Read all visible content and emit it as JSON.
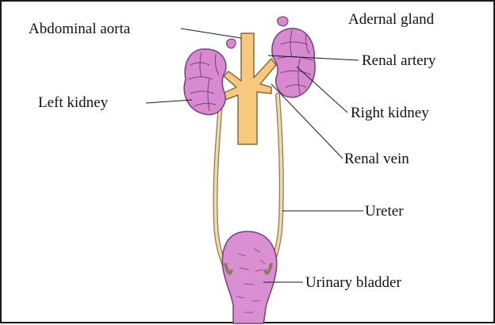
{
  "diagram": {
    "labels": {
      "abdominal_aorta": "Abdominal aorta",
      "adrenal_gland": "Adernal gland",
      "renal_artery": "Renal artery",
      "left_kidney": "Left kidney",
      "right_kidney": "Right kidney",
      "renal_vein": "Renal vein",
      "ureter": "Ureter",
      "urinary_bladder": "Urinary bladder"
    },
    "colors": {
      "kidney": "#d88ad0",
      "kidney_outline": "#7a3e77",
      "bladder": "#d98fd2",
      "aorta": "#f7c97e",
      "aorta_outline": "#8a6a3a",
      "ureter": "#f4d9a8",
      "ureter_outline": "#8c7a5a",
      "leader_line": "#1a1a1a"
    }
  }
}
